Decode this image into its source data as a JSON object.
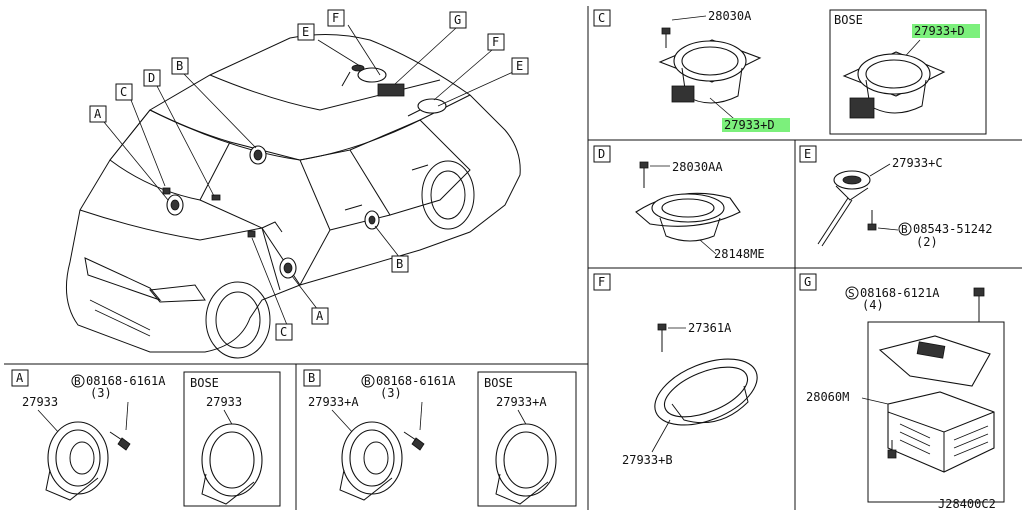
{
  "drawing_id": "J28400C2",
  "overview": {
    "callouts": [
      "E",
      "F",
      "G",
      "F",
      "E",
      "C",
      "D",
      "B",
      "A",
      "B",
      "C",
      "A"
    ]
  },
  "panels": {
    "C": {
      "letter": "C",
      "screw_part": "28030A",
      "speaker_part": "27933+D",
      "bose": {
        "title": "BOSE",
        "part": "27933+D"
      }
    },
    "D": {
      "letter": "D",
      "screw_part": "28030AA",
      "speaker_part": "28148ME"
    },
    "E": {
      "letter": "E",
      "speaker_part": "27933+C",
      "screw_symbol": "B",
      "screw_part": "08543-51242",
      "screw_qty": "(2)"
    },
    "F": {
      "letter": "F",
      "screw_part": "27361A",
      "speaker_part": "27933+B"
    },
    "G": {
      "letter": "G",
      "screw_symbol": "S",
      "screw_part": "08168-6121A",
      "screw_qty": "(4)",
      "module_part": "28060M"
    },
    "A": {
      "letter": "A",
      "screw_symbol": "B",
      "screw_part": "08168-6161A",
      "screw_qty": "(3)",
      "speaker_part": "27933",
      "bose": {
        "title": "BOSE",
        "part": "27933"
      }
    },
    "B": {
      "letter": "B",
      "screw_symbol": "B",
      "screw_part": "08168-6161A",
      "screw_qty": "(3)",
      "speaker_part": "27933+A",
      "bose": {
        "title": "BOSE",
        "part": "27933+A"
      }
    }
  }
}
